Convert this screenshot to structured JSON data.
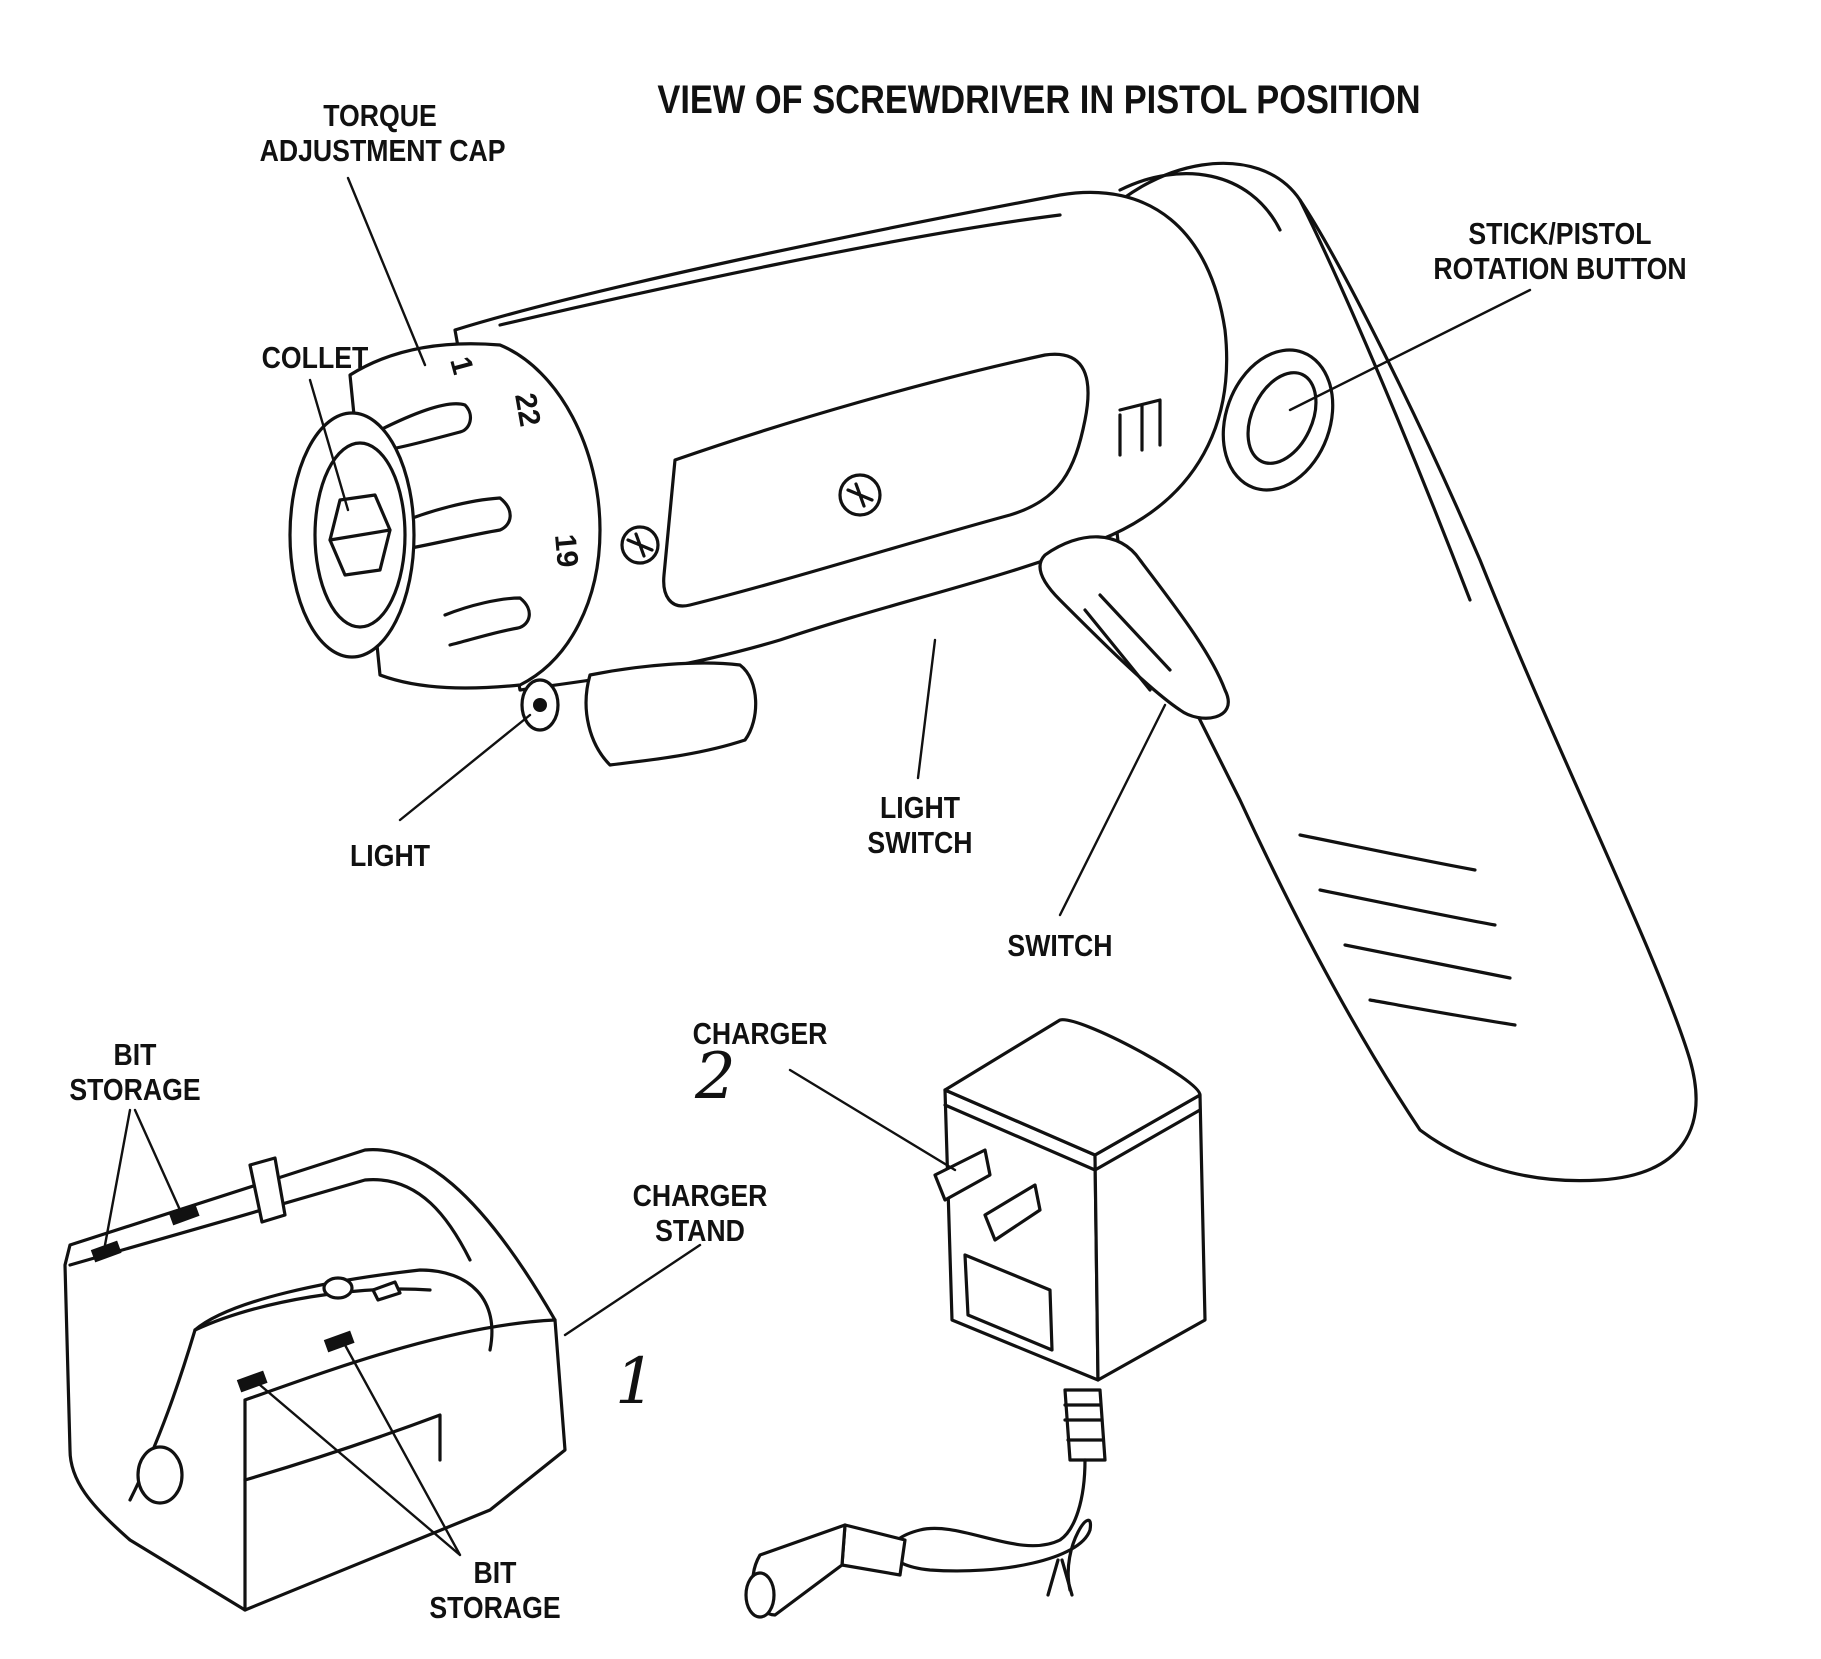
{
  "title": "VIEW OF SCREWDRIVER IN PISTOL POSITION",
  "labels": {
    "torque_cap": [
      "TORQUE",
      "ADJUSTMENT CAP"
    ],
    "collet": "COLLET",
    "rotation_button": [
      "STICK/PISTOL",
      "ROTATION BUTTON"
    ],
    "light": "LIGHT",
    "light_switch": [
      "LIGHT",
      "SWITCH"
    ],
    "switch": "SWITCH",
    "charger": "CHARGER",
    "bit_storage_top": [
      "BIT",
      "STORAGE"
    ],
    "charger_stand": [
      "CHARGER",
      "STAND"
    ],
    "bit_storage_bottom": [
      "BIT",
      "STORAGE"
    ]
  },
  "dial_numbers": [
    "1",
    "22",
    "19"
  ],
  "handwritten": {
    "charger_number": "2",
    "stand_number": "1"
  }
}
